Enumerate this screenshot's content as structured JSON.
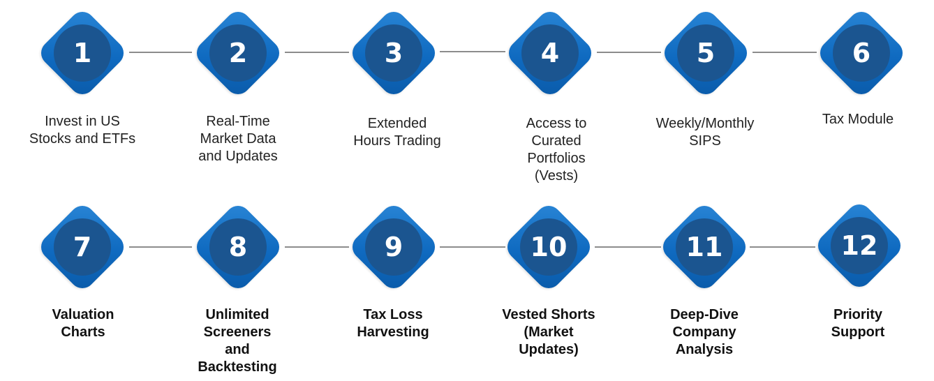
{
  "steps_top": [
    {
      "number": "1",
      "lines": [
        "Invest in US",
        "Stocks and ETFs"
      ]
    },
    {
      "number": "2",
      "lines": [
        "Real-Time",
        "Market Data",
        "and Updates"
      ]
    },
    {
      "number": "3",
      "lines": [
        "Extended",
        "Hours Trading"
      ]
    },
    {
      "number": "4",
      "lines": [
        "Access to",
        "Curated",
        "Portfolios",
        "(Vests)"
      ]
    },
    {
      "number": "5",
      "lines": [
        "Weekly/Monthly",
        "SIPS"
      ]
    },
    {
      "number": "6",
      "lines": [
        "Tax Module"
      ]
    }
  ],
  "steps_bottom": [
    {
      "number": "7",
      "lines": [
        "Valuation",
        "Charts"
      ]
    },
    {
      "number": "8",
      "lines": [
        "Unlimited",
        "Screeners",
        "and",
        "Backtesting"
      ]
    },
    {
      "number": "9",
      "lines": [
        "Tax Loss",
        "Harvesting"
      ]
    },
    {
      "number": "10",
      "lines": [
        "Vested Shorts",
        "(Market",
        "Updates)"
      ]
    },
    {
      "number": "11",
      "lines": [
        "Deep-Dive",
        "Company",
        "Analysis"
      ]
    },
    {
      "number": "12",
      "lines": [
        "Priority",
        "Support"
      ]
    }
  ],
  "colors": {
    "diamond": "#1a75c9",
    "circle": "#1b5590",
    "connector": "#8c8c8c"
  }
}
